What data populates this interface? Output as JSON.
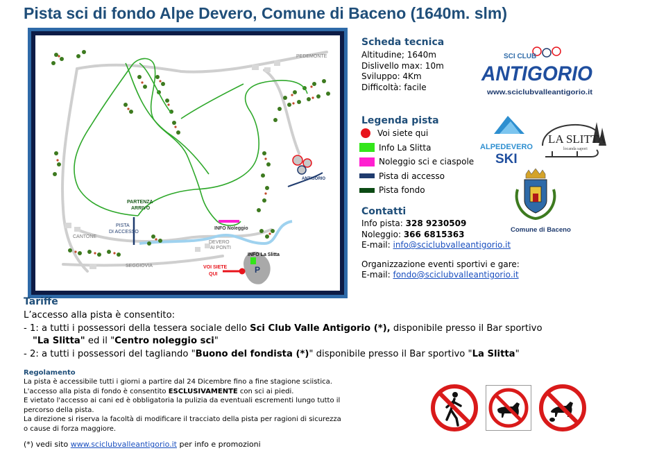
{
  "title": "Pista sci di fondo Alpe Devero, Comune di Baceno (1640m. slm)",
  "map": {
    "labels": {
      "pedemonte": "PEDEMONTE",
      "partenza": "PARTENZA",
      "arrivo": "ARRIVO",
      "pista": "PISTA",
      "di_accesso": "DI ACCESSO",
      "cantone": "CANTONE",
      "info_noleggio": "INFO Noleggio",
      "devero": "DEVERO",
      "ai_ponti": "AI PONTI",
      "info_slitta": "INFO La Slitta",
      "voi_siete": "VOI SIETE",
      "qui": "QUI",
      "seggiovia": "SEGGIOVIA",
      "parking": "P",
      "logo_small": "ANTIGORIO"
    }
  },
  "scheda": {
    "heading": "Scheda tecnica",
    "lines": [
      "Altitudine; 1640m",
      "Dislivello max: 10m",
      "Sviluppo: 4Km",
      "Difficoltà: facile"
    ]
  },
  "legenda": {
    "heading": "Legenda pista",
    "items": [
      {
        "label": "Voi siete qui",
        "color": "#e8141c",
        "shape": "circle"
      },
      {
        "label": "Info La Slitta",
        "color": "#33e61a",
        "shape": "rect"
      },
      {
        "label": "Noleggio sci e ciaspole",
        "color": "#ff1fd0",
        "shape": "rect"
      },
      {
        "label": "Pista di accesso",
        "color": "#1f3b6e",
        "shape": "bar"
      },
      {
        "label": "Pista fondo",
        "color": "#0c4a14",
        "shape": "bar"
      }
    ]
  },
  "contatti": {
    "heading": "Contatti",
    "info_label": "Info pista: ",
    "info_num": "328 9230509",
    "noleggio_label": "Noleggio: ",
    "noleggio_num": "366 6815363",
    "email_label": "E-mail: ",
    "email": "info@sciclubvalleantigorio.it",
    "org_line": "Organizzazione eventi sportivi e gare:",
    "email2_label": "E-mail: ",
    "email2": "fondo@sciclubvalleantigorio.it"
  },
  "logos": {
    "antigorio_top": "SCI CLUB",
    "antigorio_main": "ANTIGORIO",
    "antigorio_url": "www.sciclubvalleantigorio.it",
    "alpedevero": "ALPEDEVERO",
    "ski": "SKI",
    "laslitta": "LA SLITTA",
    "laslitta_sub": "locanda sapori",
    "comune": "Comune di Baceno"
  },
  "tariffe": {
    "heading": "Tariffe",
    "intro": "L’accesso alla pista è consentito:",
    "l1a": "- 1: a tutti i possessori della tessera sociale dello ",
    "l1b": "Sci Club Valle Antigorio (*),",
    "l1c": "  disponibile presso il Bar sportivo",
    "l2a": "\"La Slitta\"",
    "l2b": " ed il \"",
    "l2c": "Centro noleggio sci",
    "l2d": "\"",
    "l3a": "- 2: a tutti i possessori del tagliando \"",
    "l3b": "Buono del fondista (*)",
    "l3c": "\"  disponibile presso il Bar sportivo \"",
    "l3d": "La Slitta",
    "l3e": "\""
  },
  "regolamento": {
    "heading": "Regolamento",
    "l1": "La pista è accessibile tutti i giorni a partire dal 24 Dicembre fino a fine stagione sciistica.",
    "l2a": "L'accesso alla pista di fondo è consentito ",
    "l2b": "ESCLUSIVAMENTE",
    "l2c": " con sci ai piedi.",
    "l3": "E vietato l'accesso ai cani ed è obbligatoria la pulizia da eventuali escrementi lungo tutto il",
    "l4": "percorso della pista.",
    "l5": "La direzione si riserva la facoltà di modificare il tracciato della pista per ragioni di sicurezza",
    "l6": "o cause di forza maggiore."
  },
  "footer": {
    "prefix": "(*) vedi sito ",
    "link": "www.sciclubvalleantigorio.it",
    "suffix": " per info e promozioni"
  },
  "signs": [
    "no-walking-icon",
    "no-dogs-icon",
    "no-dog-fouling-icon"
  ],
  "colors": {
    "heading_blue": "#1f4e79",
    "track_green": "#2ea82a",
    "frame_blue": "#2e6aa8",
    "sign_red": "#d91a1a"
  }
}
